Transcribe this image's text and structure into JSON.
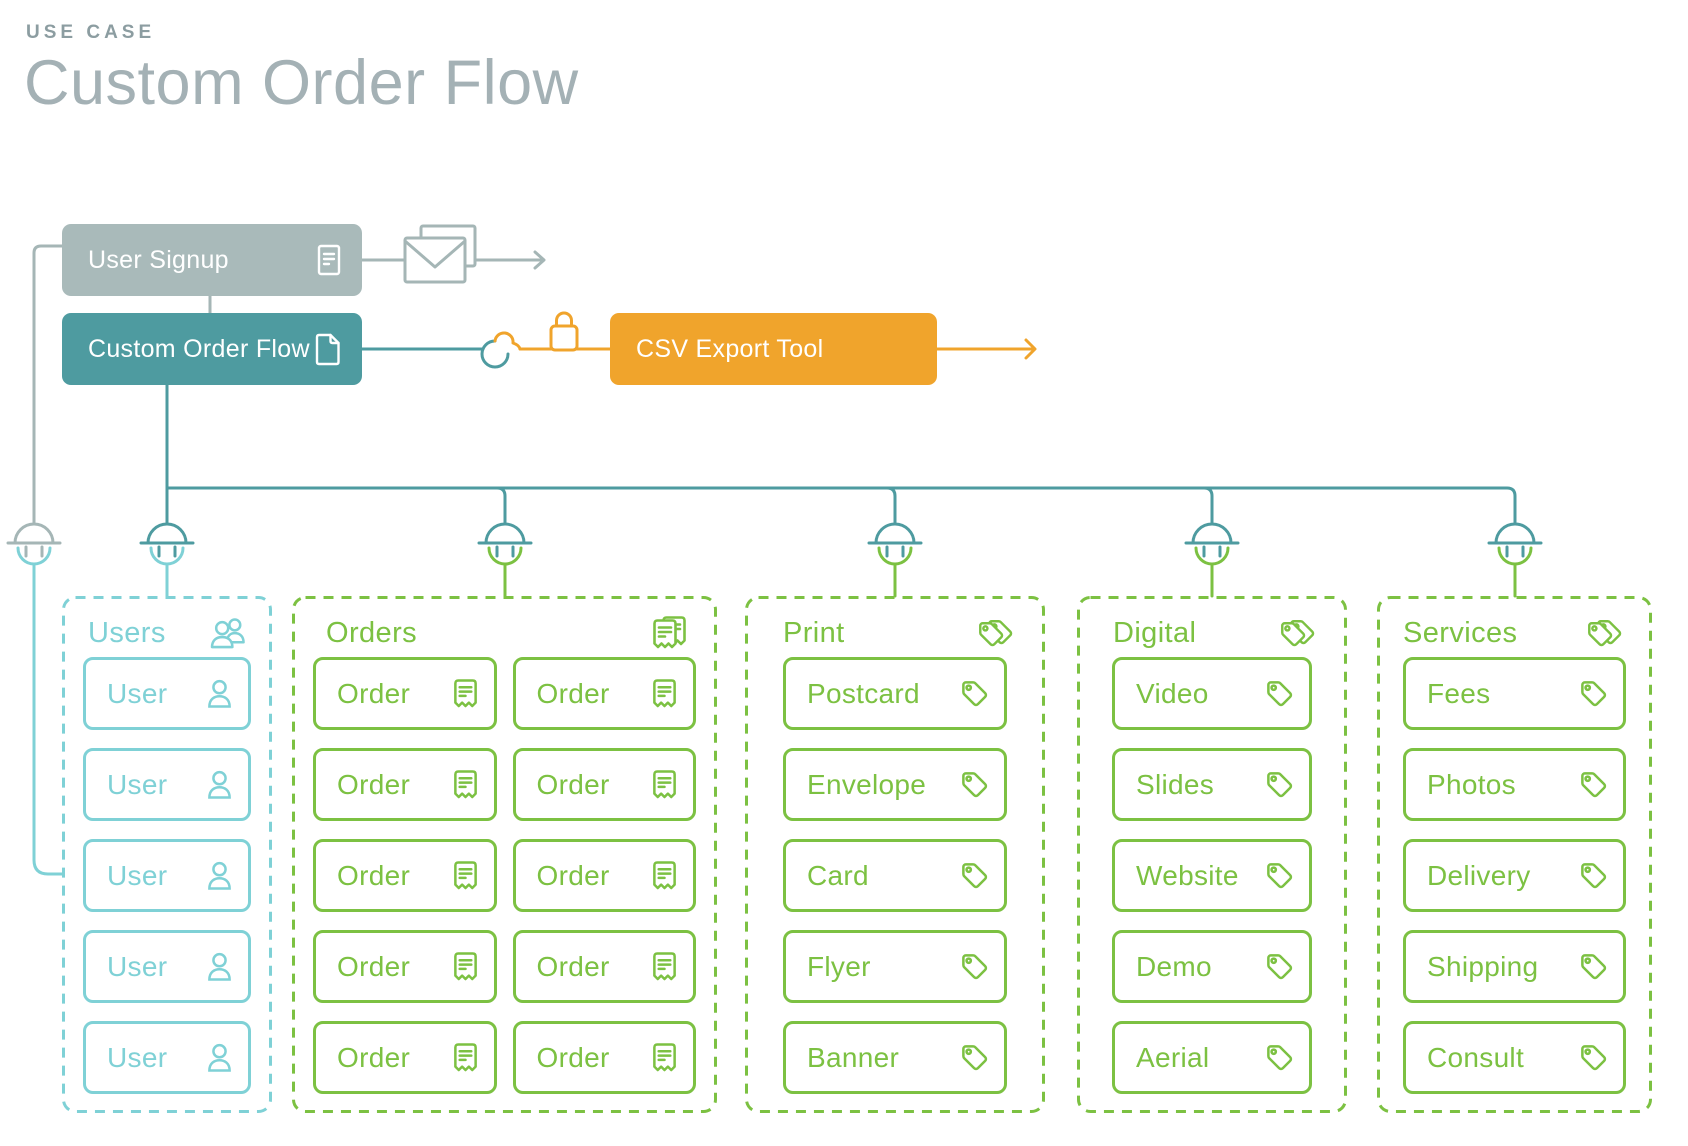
{
  "header": {
    "kicker": "USE CASE",
    "title": "Custom Order Flow"
  },
  "nodes": {
    "user_signup": {
      "label": "User Signup",
      "icon": "form-icon"
    },
    "custom_order_flow": {
      "label": "Custom Order Flow",
      "icon": "page-icon"
    },
    "csv_export_tool": {
      "label": "CSV Export Tool"
    }
  },
  "connector_icons": {
    "email": "envelope-icon",
    "hook": "hook-icon",
    "lock": "lock-icon",
    "plug": "plug-icon",
    "arrow": "arrow-icon"
  },
  "groups": [
    {
      "id": "users",
      "label": "Users",
      "header_icon": "users-icon",
      "item_icon": "user-icon",
      "accent": "#7fd1d6",
      "items": [
        "User",
        "User",
        "User",
        "User",
        "User"
      ]
    },
    {
      "id": "orders",
      "label": "Orders",
      "header_icon": "receipts-icon",
      "item_icon": "receipt-icon",
      "accent": "#7cc142",
      "items": [
        "Order",
        "Order",
        "Order",
        "Order",
        "Order",
        "Order",
        "Order",
        "Order",
        "Order",
        "Order"
      ]
    },
    {
      "id": "print",
      "label": "Print",
      "header_icon": "tags-icon",
      "item_icon": "tag-icon",
      "accent": "#7cc142",
      "items": [
        "Postcard",
        "Envelope",
        "Card",
        "Flyer",
        "Banner"
      ]
    },
    {
      "id": "digital",
      "label": "Digital",
      "header_icon": "tags-icon",
      "item_icon": "tag-icon",
      "accent": "#7cc142",
      "items": [
        "Video",
        "Slides",
        "Website",
        "Demo",
        "Aerial"
      ]
    },
    {
      "id": "services",
      "label": "Services",
      "header_icon": "tags-icon",
      "item_icon": "tag-icon",
      "accent": "#7cc142",
      "items": [
        "Fees",
        "Photos",
        "Delivery",
        "Shipping",
        "Consult"
      ]
    }
  ],
  "colors": {
    "teal": "#4e9ba0",
    "cyan": "#7fd1d6",
    "green": "#7cc142",
    "orange": "#f0a42c",
    "gray": "#a9baba",
    "line_gray": "#a5b6b6",
    "title_gray": "#a4b1b5"
  }
}
